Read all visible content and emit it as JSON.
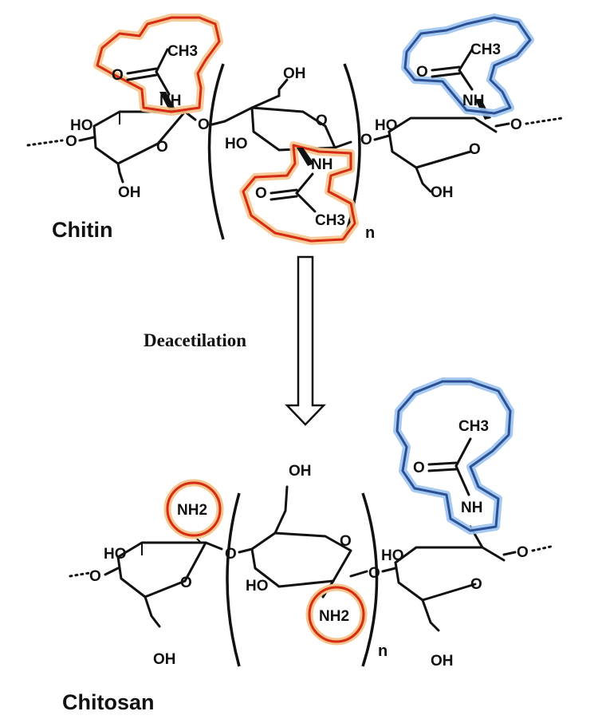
{
  "labels": {
    "chitin": "Chitin",
    "chitosan": "Chitosan",
    "process": "Deacetilation",
    "repeat": "n"
  },
  "atoms": {
    "oh": "OH",
    "ho": "HO",
    "o": "O",
    "nh": "NH",
    "ch3": "CH3",
    "nh2": "NH2"
  },
  "colors": {
    "acetyl_highlight": "#d42b12",
    "acetyl_glow": "#f6c48d",
    "retained_highlight": "#2b4f93",
    "retained_glow": "#9cc3f0"
  }
}
